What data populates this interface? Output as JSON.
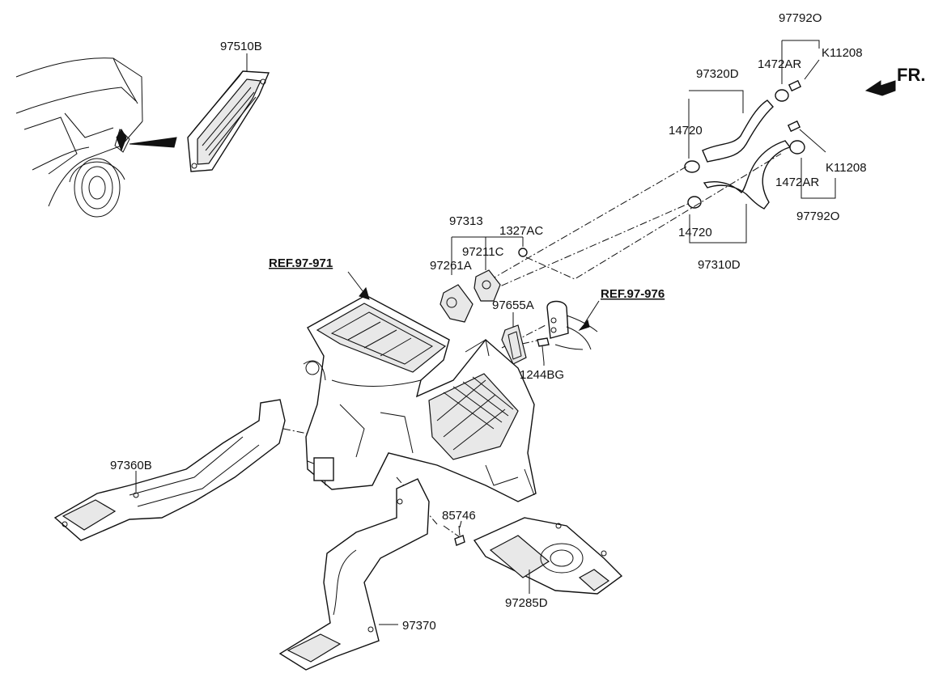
{
  "labels": {
    "p97510B": "97510B",
    "p97792O_top": "97792O",
    "p1472AR_top": "1472AR",
    "pK11208_top": "K11208",
    "p97320D": "97320D",
    "p14720_top": "14720",
    "p1472AR_bottom": "1472AR",
    "pK11208_bottom": "K11208",
    "p97792O_bottom": "97792O",
    "p14720_bottom": "14720",
    "p97310D": "97310D",
    "p97313": "97313",
    "p1327AC": "1327AC",
    "p97211C": "97211C",
    "p97261A": "97261A",
    "p97655A": "97655A",
    "p1244BG": "1244BG",
    "p97360B": "97360B",
    "p85746": "85746",
    "p97285D": "97285D",
    "p97370": "97370"
  },
  "references": {
    "ref_left": "REF.97-971",
    "ref_right": "REF.97-976"
  },
  "direction": {
    "front": "FR."
  }
}
